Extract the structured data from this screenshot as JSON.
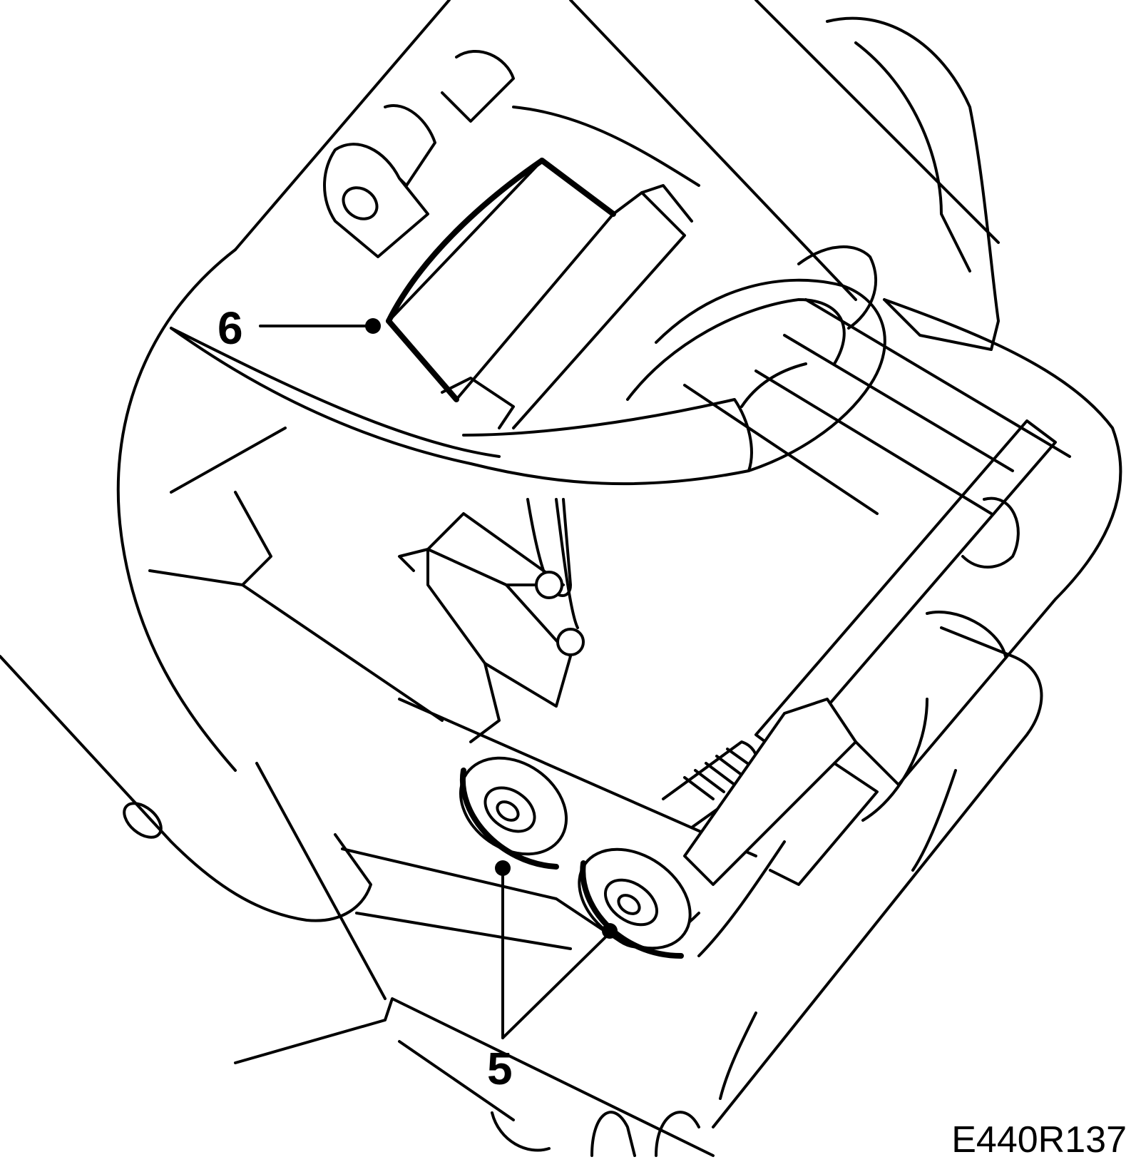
{
  "diagram": {
    "callouts": [
      {
        "id": "6",
        "label": "6"
      },
      {
        "id": "5",
        "label": "5"
      }
    ],
    "reference_code": "E440R137"
  }
}
